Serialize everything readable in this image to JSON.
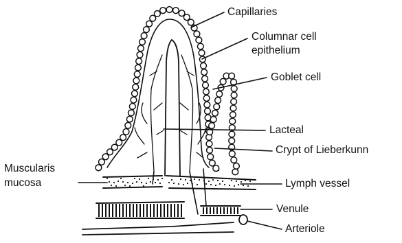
{
  "diagram": {
    "labels": {
      "capillaries": "Capillaries",
      "columnar_1": "Columnar cell",
      "columnar_2": "epithelium",
      "goblet": "Goblet cell",
      "lacteal": "Lacteal",
      "crypt": "Crypt of Lieberkunn",
      "muscularis_1": "Muscularis",
      "muscularis_2": "mucosa",
      "lymph": "Lymph vessel",
      "venule": "Venule",
      "arteriole": "Arteriole"
    },
    "colors": {
      "ink": "#111111",
      "background": "#ffffff"
    }
  }
}
